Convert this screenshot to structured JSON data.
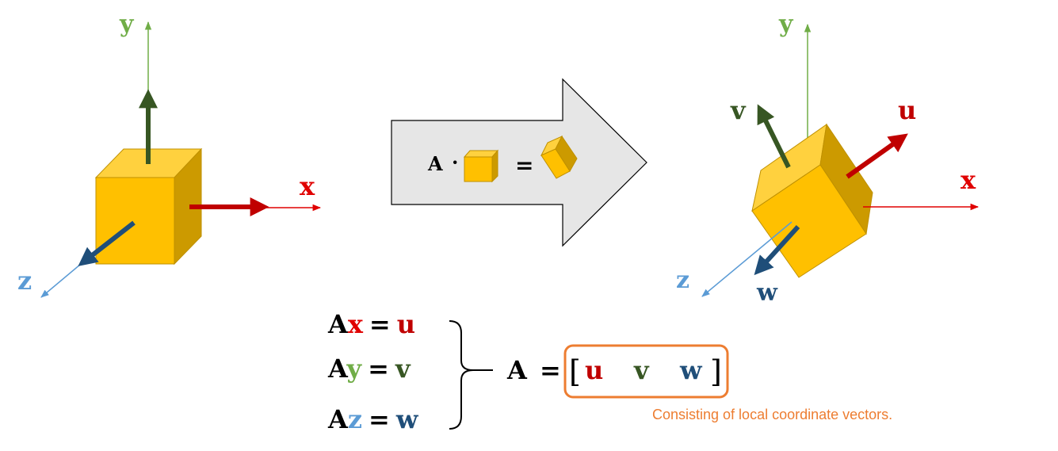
{
  "colors": {
    "x": "#e00000",
    "x_vec": "#c00000",
    "y": "#70ad47",
    "z": "#5b9bd5",
    "u": "#c00000",
    "v": "#375623",
    "w": "#1f4e79",
    "cube_front": "#ffc000",
    "cube_top": "#ffd13e",
    "cube_side": "#cc9a00",
    "cube_edge": "#bf9000",
    "arrow_fill": "#e6e6e6",
    "highlight_box": "#ed7d31"
  },
  "left_axes": {
    "x": "x",
    "y": "y",
    "z": "z"
  },
  "right_axes": {
    "x": "x",
    "y": "y",
    "z": "z",
    "u": "u",
    "v": "v",
    "w": "w"
  },
  "transform": {
    "matrix": "A",
    "dot": "·",
    "equals": "="
  },
  "equations": {
    "eq1": {
      "lhs_matrix": "A",
      "lhs_vector": "x",
      "equals": "=",
      "rhs": "u"
    },
    "eq2": {
      "lhs_matrix": "A",
      "lhs_vector": "y",
      "equals": "=",
      "rhs": "v"
    },
    "eq3": {
      "lhs_matrix": "A",
      "lhs_vector": "z",
      "equals": "=",
      "rhs": "w"
    }
  },
  "matrix_def": {
    "lhs": "A",
    "equals": "=",
    "open_bracket": "[",
    "columns": [
      "u",
      "v",
      "w"
    ],
    "close_bracket": "]"
  },
  "caption": "Consisting of local coordinate vectors."
}
